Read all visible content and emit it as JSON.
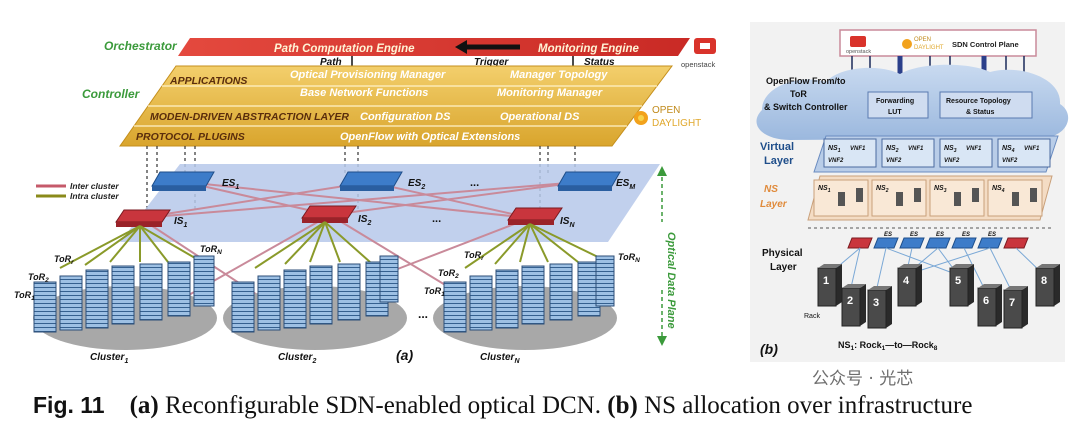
{
  "panel_a": {
    "orchestrator_label": "Orchestrator",
    "controller_label": "Controller",
    "orchestrator_bar": {
      "path_computation": "Path Computation Engine",
      "monitoring": "Monitoring Engine",
      "path": "Path",
      "trigger": "Trigger",
      "status": "Status"
    },
    "openstack_label": "openstack",
    "controller_layers": {
      "applications": "APPLICATIONS",
      "optical_provisioning": "Optical Provisioning Manager",
      "manager_topology": "Manager Topology",
      "base_network": "Base Network Functions",
      "monitoring_manager": "Monitoring Manager",
      "abstraction_layer": "MODEN-DRIVEN ABSTRACTION LAYER",
      "configuration_ds": "Configuration DS",
      "operational_ds": "Operational DS",
      "protocol_plugins": "PROTOCOL PLUGINS",
      "openflow_optical": "OpenFlow with Optical Extensions"
    },
    "opendaylight_logo": {
      "line1": "OPEN",
      "line2": "DAYLIGHT"
    },
    "legend": {
      "inter_cluster": "Inter cluster",
      "intra_cluster": "Intra cluster"
    },
    "edge_switches": {
      "es1": "ES",
      "es1_sub": "1",
      "es2": "ES",
      "es2_sub": "2",
      "esm": "ES",
      "esm_sub": "M",
      "dots": "..."
    },
    "intra_switches": {
      "is1": "IS",
      "is1_sub": "1",
      "is2": "IS",
      "is2_sub": "2",
      "isn": "IS",
      "isn_sub": "N",
      "dots": "..."
    },
    "tor_labels": {
      "tor_r": "ToR",
      "tor_r_sub": "r",
      "tor_2": "ToR",
      "tor_2_sub": "2",
      "tor_1": "ToR",
      "tor_1_sub": "1",
      "tor_n": "ToR",
      "tor_n_sub": "N"
    },
    "clusters": {
      "c1": "Cluster",
      "c1_sub": "1",
      "c2": "Cluster",
      "c2_sub": "2",
      "cn": "Cluster",
      "cn_sub": "N",
      "dots": "..."
    },
    "optical_plane": "Optical Data Plane",
    "panel_tag": "(a)"
  },
  "panel_b": {
    "sdn_control_plane": "SDN Control Plane",
    "openstack_label": "openstack",
    "opendaylight_logo": {
      "line1": "OPEN",
      "line2": "DAYLIGHT"
    },
    "openflow_from": "OpenFlow From/to",
    "tor": "ToR",
    "switch_controller": "& Switch Controller",
    "forwarding_lut": {
      "line1": "Forwarding",
      "line2": "LUT"
    },
    "resource_topology": {
      "line1": "Resource Topology",
      "line2": "& Status"
    },
    "virtual_layer": {
      "line1": "Virtual",
      "line2": "Layer"
    },
    "ns_layer": {
      "line1": "NS",
      "line2": "Layer"
    },
    "physical_layer": {
      "line1": "Physical",
      "line2": "Layer"
    },
    "ns_labels": [
      "NS",
      "NS",
      "NS",
      "NS"
    ],
    "ns_subs": [
      "1",
      "2",
      "3",
      "4"
    ],
    "vnf1": "VNF1",
    "vnf2": "VNF2",
    "es_label": "ES",
    "racks": [
      "1",
      "2",
      "3",
      "4",
      "5",
      "6",
      "7",
      "8"
    ],
    "rack_label": "Rack",
    "ns_caption": {
      "ns": "NS",
      "ns_sub": "1",
      "text": ": Rock",
      "r1_sub": "1",
      "mid": "—to—Rock",
      "r8_sub": "8"
    },
    "panel_tag": "(b)"
  },
  "watermark": "公众号 · 光芯",
  "caption": {
    "fig": "Fig. 11",
    "a": "(a)",
    "a_text": " Reconfigurable SDN-enabled optical DCN. ",
    "b": "(b)",
    "b_text": " NS allocation over infrastructure"
  },
  "colors": {
    "orchestrator_red": "#d9332b",
    "controller_gold": "#e2b43c",
    "controller_light": "#f4d98a",
    "plane_blue": "#b6c8ea",
    "switch_blue": "#3d7cc9",
    "switch_red": "#c9353d",
    "label_green": "#3b9a3b",
    "server_blue": "#8fb2d8"
  }
}
